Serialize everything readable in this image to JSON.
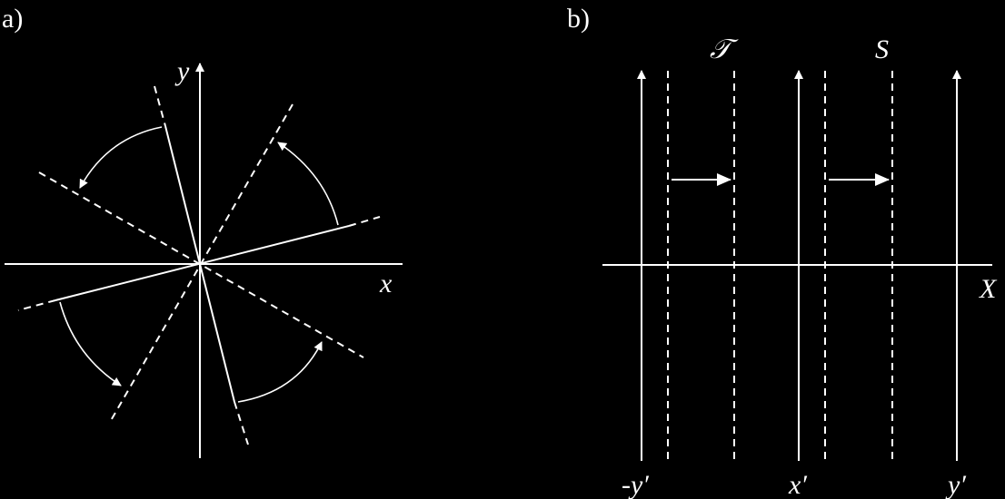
{
  "panel_a": {
    "label": "a)",
    "x_axis_label": "x",
    "y_axis_label": "y"
  },
  "panel_b": {
    "label": "b)",
    "x_axis_label": "X",
    "region_T_label": "𝒯",
    "region_S_label": "S",
    "bottom_labels": [
      "-y′",
      "x′",
      "y′"
    ]
  },
  "colors": {
    "background": "#000000",
    "foreground": "#ffffff"
  }
}
